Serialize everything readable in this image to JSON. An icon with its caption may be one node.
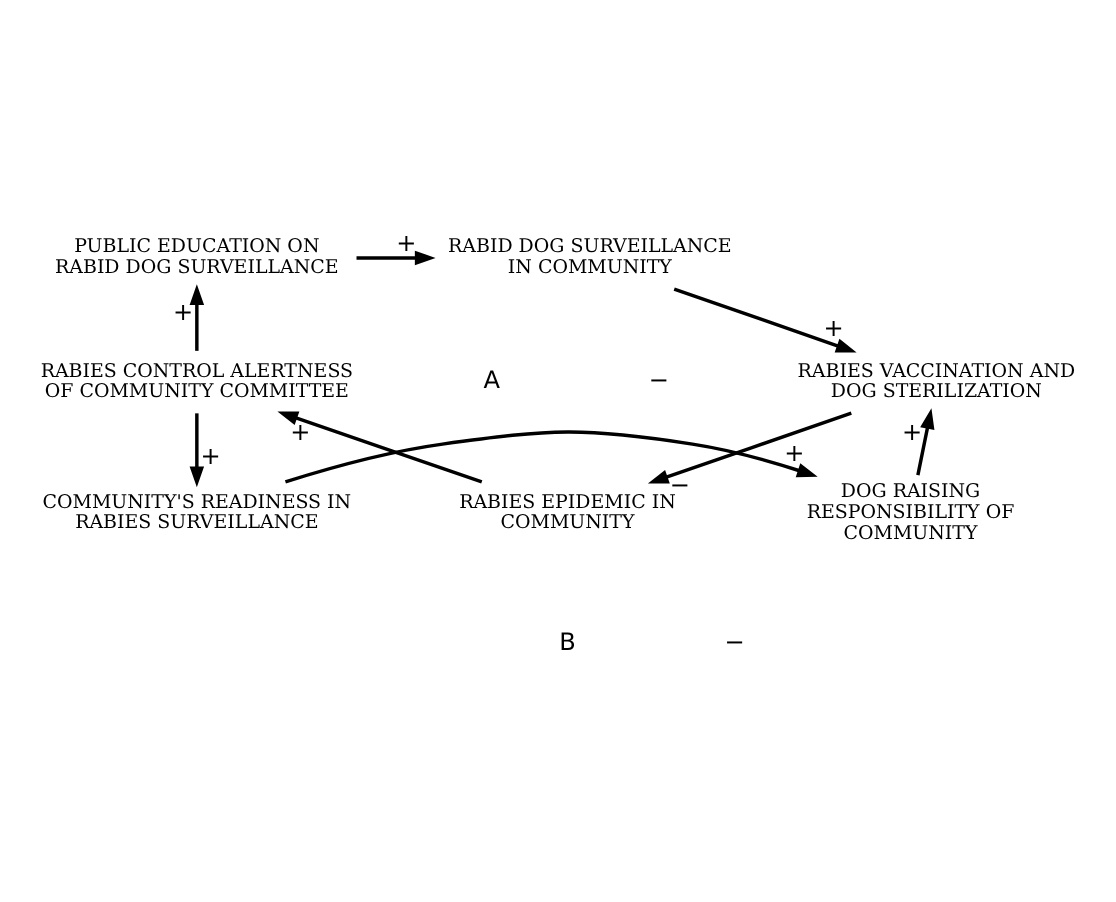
{
  "diagram": {
    "nodes": [
      {
        "text": [
          "RABID DOG SURVEILLANCE IN COMMUNITY"
        ]
      },
      {
        "text": [
          "PUBLIC EDUCATION ON RABID DOG SURVEILLANCE"
        ]
      },
      {
        "text": [
          "RABIES VACCINATION AND DOG STERILIZATION"
        ]
      },
      {
        "text": [
          "RABIES CONTROL ALERTNESS OF COMMUNITY COMMITTEE"
        ]
      },
      {
        "text": [
          "RABIES EPIDEMIC IN COMMUNITY"
        ]
      },
      {
        "text": [
          "DOG RAISING RESPONSIBILITY OF COMMUNITY"
        ]
      },
      {
        "text": [
          "COMMUNITY'S READINESS IN RABIES SURVEILLANCE"
        ]
      }
    ],
    "edges": [
      {
        "from": 1,
        "to": 0,
        "arrow": "to",
        "label": "+"
      },
      {
        "from": 0,
        "to": 2,
        "arrow": "to",
        "label": "+"
      },
      {
        "from": 2,
        "to": 4,
        "arrow": "to",
        "label": "−"
      },
      {
        "from": 4,
        "to": 3,
        "arrow": "to",
        "label": "+"
      },
      {
        "from": 3,
        "to": 1,
        "arrow": "to",
        "label": "+"
      },
      {
        "from": 3,
        "to": 6,
        "arrow": "to",
        "label": "+"
      },
      {
        "from": 6,
        "to": 5,
        "arrow": "to",
        "label": "+"
      },
      {
        "from": 5,
        "to": 2,
        "arrow": "to",
        "label": "+"
      }
    ],
    "labels": [
      "A",
      "−",
      "B",
      "−"
    ]
  }
}
